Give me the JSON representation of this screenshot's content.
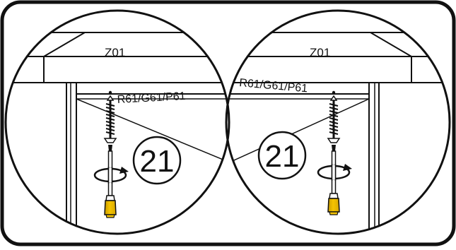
{
  "panels": [
    {
      "id": "left",
      "beam_label": "Z01",
      "panel_label": "R61/G61/P61",
      "step_number": "21"
    },
    {
      "id": "right",
      "beam_label": "Z01",
      "panel_label": "R61/G61/P61",
      "step_number": "21"
    }
  ],
  "colors": {
    "line": "#111111",
    "background": "#ffffff",
    "handle_yellow": "#f5c400",
    "handle_shade": "#c99b00"
  }
}
